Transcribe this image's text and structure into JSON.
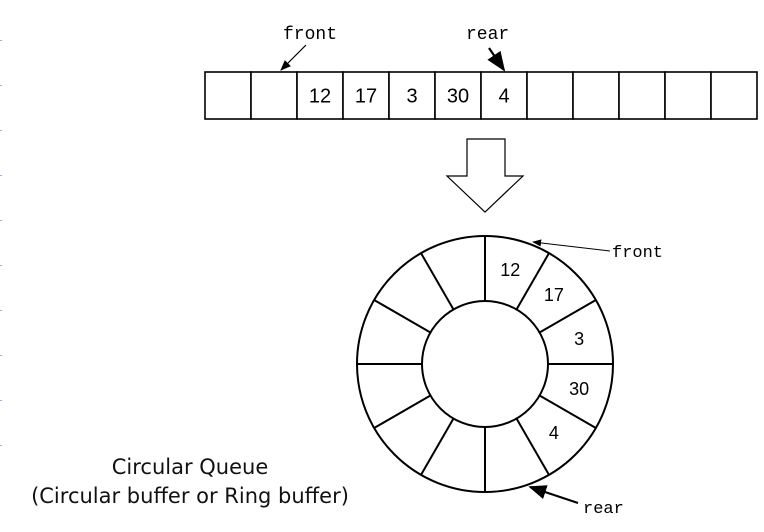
{
  "linear_queue": {
    "cells": [
      "",
      "",
      "12",
      "17",
      "3",
      "30",
      "4",
      "",
      "",
      "",
      "",
      ""
    ],
    "front_label": "front",
    "rear_label": "rear"
  },
  "circular_queue": {
    "cells": [
      "12",
      "17",
      "3",
      "30",
      "4",
      "",
      "",
      "",
      "",
      "",
      "",
      ""
    ],
    "front_label": "front",
    "rear_label": "rear"
  },
  "caption": {
    "line1": "Circular Queue",
    "line2": "(Circular buffer or Ring buffer)"
  },
  "colors": {
    "stroke": "#000000",
    "background": "#ffffff",
    "margin_marks": "#8ab4f8"
  }
}
